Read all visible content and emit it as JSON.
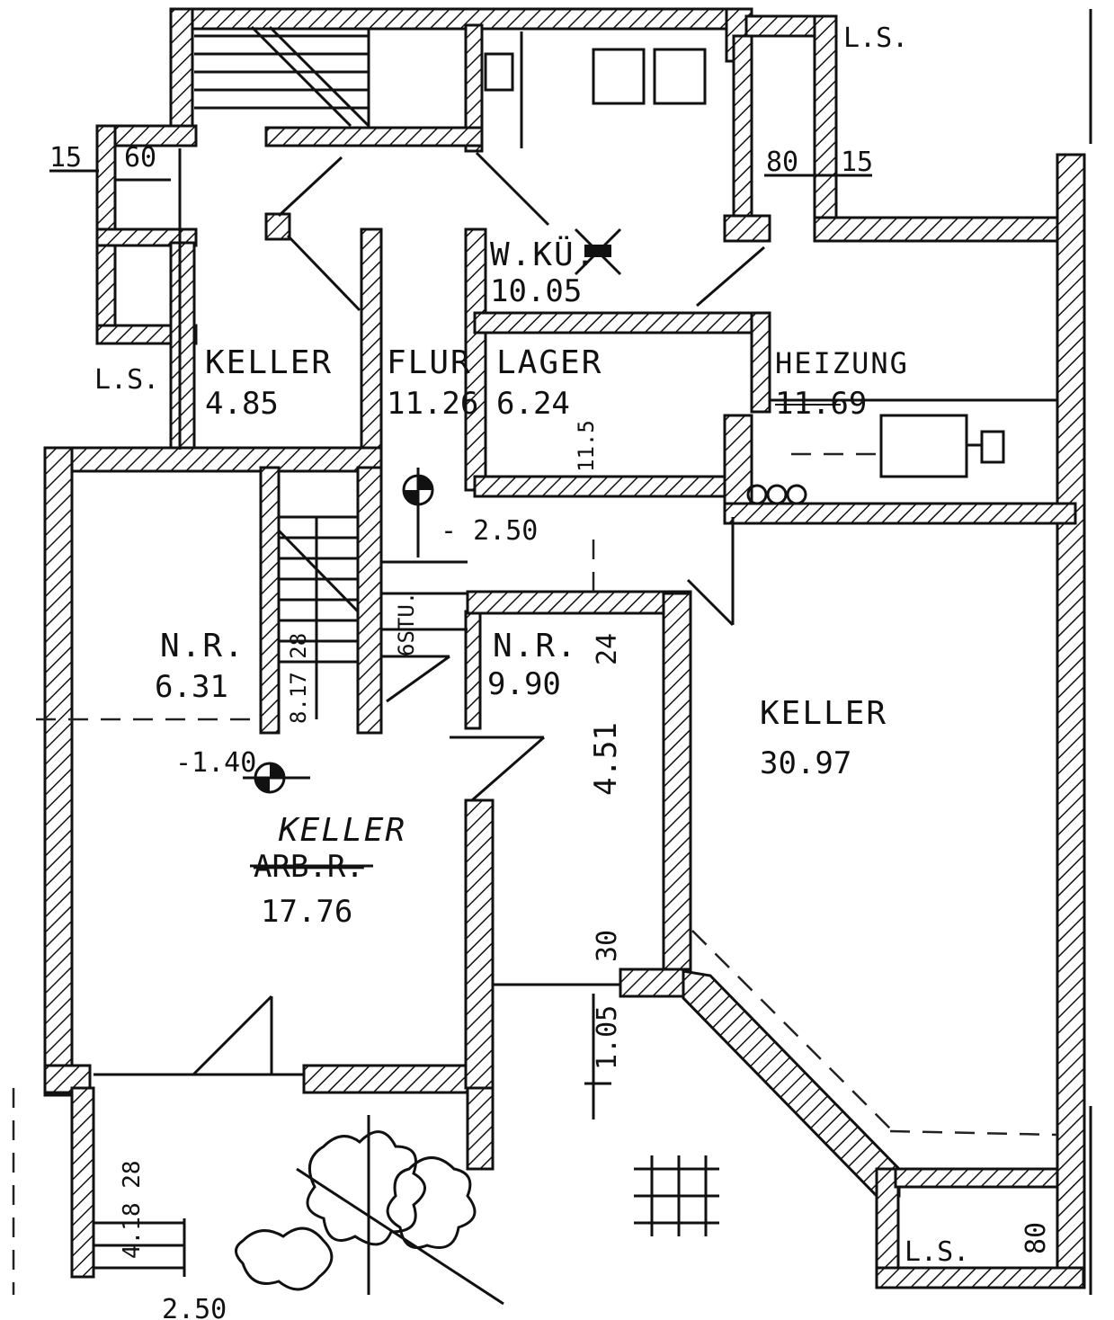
{
  "rooms": {
    "keller_small": {
      "name": "KELLER",
      "area": "4.85"
    },
    "flur": {
      "name": "FLUR",
      "area": "11.26"
    },
    "waschkueche": {
      "name": "W.KÜ.",
      "area": "10.05"
    },
    "lager": {
      "name": "LAGER",
      "area": "6.24"
    },
    "heizung": {
      "name": "HEIZUNG",
      "area": "11.69"
    },
    "nr_left": {
      "name": "N.R.",
      "area": "6.31"
    },
    "nr_mid": {
      "name": "N.R.",
      "area": "9.90"
    },
    "keller_big": {
      "name": "KELLER",
      "area": "30.97"
    },
    "keller_arb": {
      "name": "KELLER",
      "struck": "ARB.R.",
      "area": "17.76"
    }
  },
  "labels": {
    "ls_top": "L.S.",
    "ls_left": "L.S.",
    "ls_bottom": "L.S.",
    "dim_15_left": "15",
    "dim_60": "60",
    "dim_80_top": "80",
    "dim_15_right": "15",
    "dim_2_50": "- 2.50",
    "dim_1_40": "-1.40",
    "dim_24": "24",
    "dim_4_51": "4.51",
    "dim_30": "30",
    "dim_1_05": "1.05",
    "dim_80_bottom": "80",
    "dim_11_5": "11.5",
    "dim_8_17_28": "8.17 28",
    "dim_6_stu": "6STU.",
    "dim_4_18_28": "4.18 28",
    "dim_2_50_bottom": "2.50"
  }
}
